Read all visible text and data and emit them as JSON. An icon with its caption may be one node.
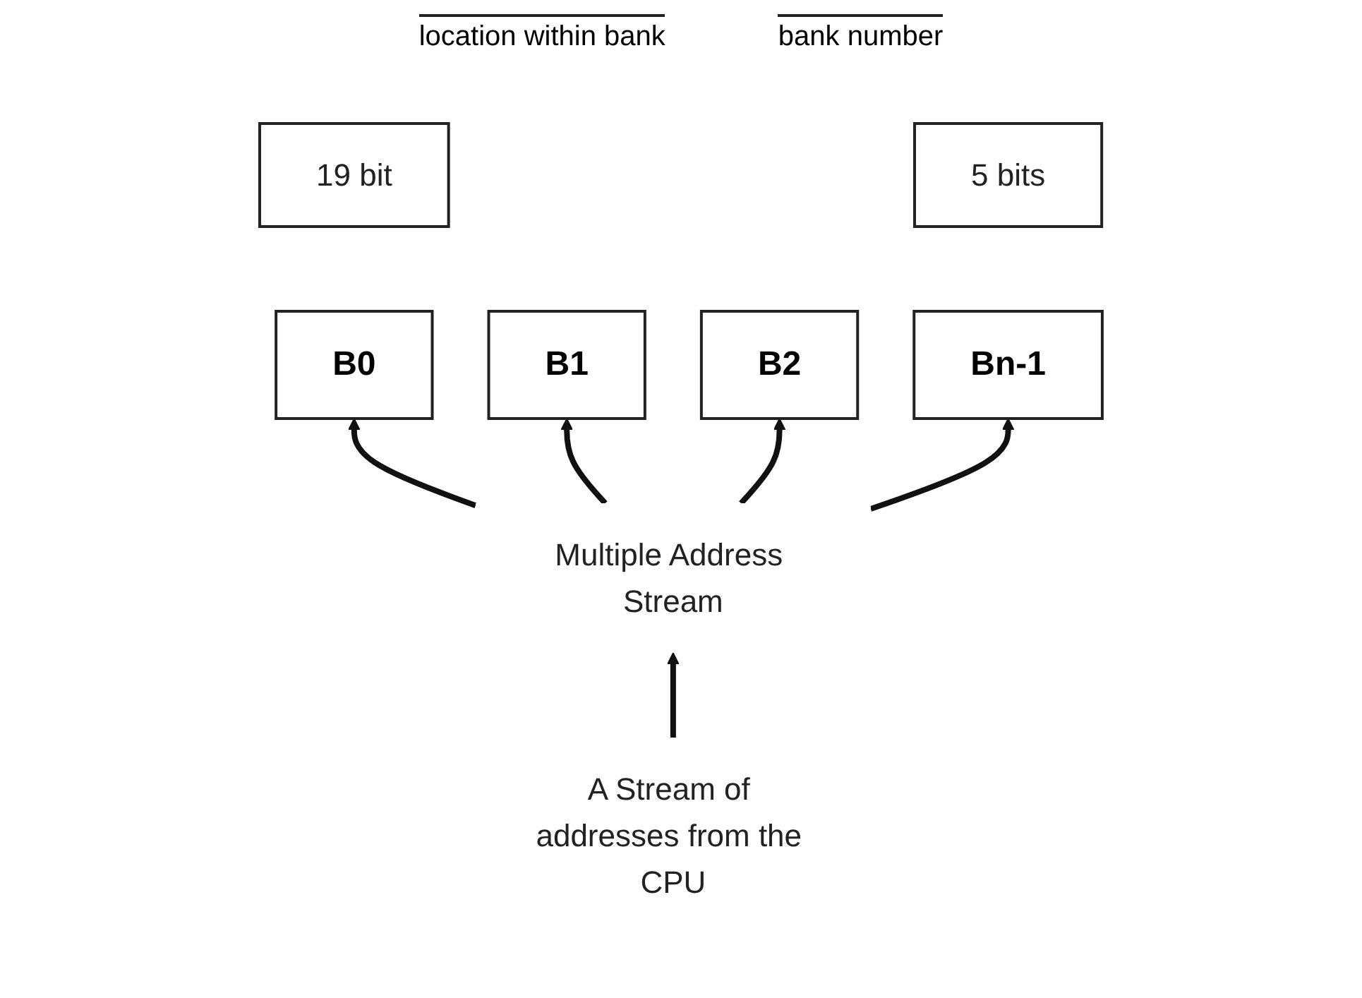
{
  "diagram": {
    "nodes": [
      {
        "text": [
          "19 bit"
        ]
      },
      {
        "text": [
          "5 bits"
        ]
      },
      {
        "text": [
          "B0"
        ]
      },
      {
        "text": [
          "B1"
        ]
      },
      {
        "text": [
          "B2"
        ]
      },
      {
        "text": [
          "Bn-1"
        ]
      },
      {
        "text": [
          "Multiple Address Stream"
        ]
      },
      {
        "text": [
          "A Stream of addresses from the CPU"
        ]
      }
    ],
    "edges": [
      {
        "from": 6,
        "to": 2,
        "arrow": "to"
      },
      {
        "from": 6,
        "to": 3,
        "arrow": "to"
      },
      {
        "from": 6,
        "to": 4,
        "arrow": "to"
      },
      {
        "from": 6,
        "to": 5,
        "arrow": "to"
      },
      {
        "from": 7,
        "to": 6,
        "arrow": "to"
      }
    ],
    "labels": [
      "location within bank",
      "bank number"
    ]
  }
}
